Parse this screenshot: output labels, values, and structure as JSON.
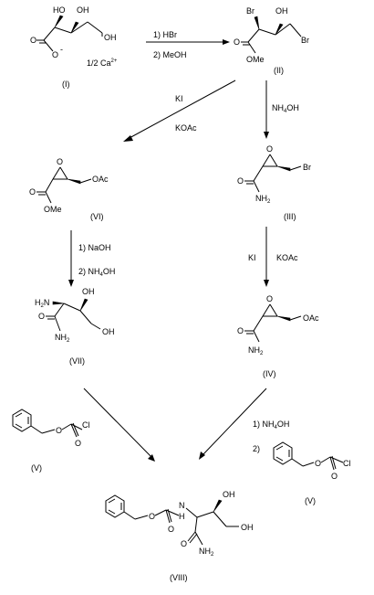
{
  "compounds": {
    "I": {
      "label": "(I)",
      "atoms": {
        "oh1": "HO",
        "oh2": "OH",
        "oh3": "OH",
        "o_carb": "O",
        "o_minus": "O",
        "charge": "-",
        "salt": "1/2 Ca",
        "salt_sup": "2+"
      }
    },
    "II": {
      "label": "(II)",
      "atoms": {
        "br1": "Br",
        "oh": "OH",
        "br2": "Br",
        "o": "O",
        "ome": "OMe"
      }
    },
    "III": {
      "label": "(III)",
      "atoms": {
        "o_ring": "O",
        "br": "Br",
        "o": "O",
        "nh": "NH",
        "nh_sub": "2"
      }
    },
    "IV": {
      "label": "(IV)",
      "atoms": {
        "o_ring": "O",
        "oac": "OAc",
        "o": "O",
        "nh": "NH",
        "nh_sub": "2"
      }
    },
    "V_left": {
      "label": "(V)",
      "atoms": {
        "o1": "O",
        "o2": "O",
        "cl": "Cl"
      }
    },
    "V_right": {
      "label": "(V)",
      "atoms": {
        "o1": "O",
        "o2": "O",
        "cl": "Cl"
      }
    },
    "VI": {
      "label": "(VI)",
      "atoms": {
        "o_ring": "O",
        "oac": "OAc",
        "o": "O",
        "ome": "OMe"
      }
    },
    "VII": {
      "label": "(VII)",
      "atoms": {
        "h2n": "H",
        "h2n_sub": "2",
        "h2n_n": "N",
        "oh1": "OH",
        "oh2": "OH",
        "o": "O",
        "nh": "NH",
        "nh_sub": "2"
      }
    },
    "VIII": {
      "label": "(VIII)",
      "atoms": {
        "o1": "O",
        "o2": "O",
        "nh": "N",
        "h": "H",
        "oh1": "OH",
        "oh2": "OH",
        "o3": "O",
        "nh2": "NH",
        "nh2_sub": "2"
      }
    }
  },
  "reagents": {
    "step1_a": "1) HBr",
    "step1_b": "2) MeOH",
    "step2_left_a": "KI",
    "step2_left_b": "KOAc",
    "step2_right": "NH",
    "step2_right_sub": "4",
    "step2_right_tail": "OH",
    "step3_left_a": "1) NaOH",
    "step3_left_b": "2) NH",
    "step3_left_b_sub": "4",
    "step3_left_b_tail": "OH",
    "step3_right_a": "KI",
    "step3_right_b": "KOAc",
    "step4_right_a": "1) NH",
    "step4_right_a_sub": "4",
    "step4_right_a_tail": "OH",
    "step4_right_b": "2)"
  }
}
